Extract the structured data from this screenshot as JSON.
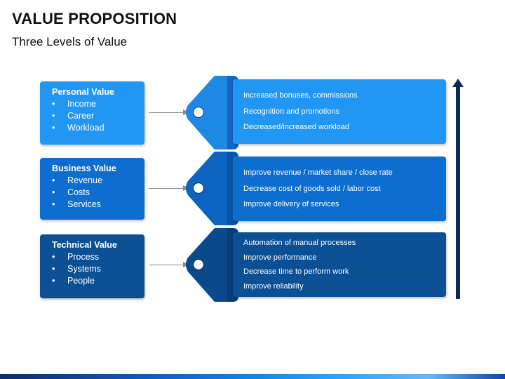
{
  "title": "VALUE PROPOSITION",
  "subtitle": "Three Levels of Value",
  "colors": {
    "light_blue": "#2196f3",
    "mid_blue": "#0d6ecf",
    "dark_blue": "#0b4f95",
    "arrow": "#0a2b55"
  },
  "levels": [
    {
      "title": "Personal Value",
      "items": [
        "Income",
        "Career",
        "Workload"
      ],
      "benefits": [
        "Increased bonuses, commissions",
        "Recognition and promotions",
        "Decreased/increased workload"
      ]
    },
    {
      "title": "Business Value",
      "items": [
        "Revenue",
        "Costs",
        "Services"
      ],
      "benefits": [
        "Improve revenue / market share / close rate",
        "Decrease cost of goods sold / labor cost",
        "Improve delivery of services"
      ]
    },
    {
      "title": "Technical Value",
      "items": [
        "Process",
        "Systems",
        "People"
      ],
      "benefits": [
        "Automation of manual processes",
        "Improve performance",
        "Decrease time to perform work",
        "Improve reliability"
      ]
    }
  ]
}
